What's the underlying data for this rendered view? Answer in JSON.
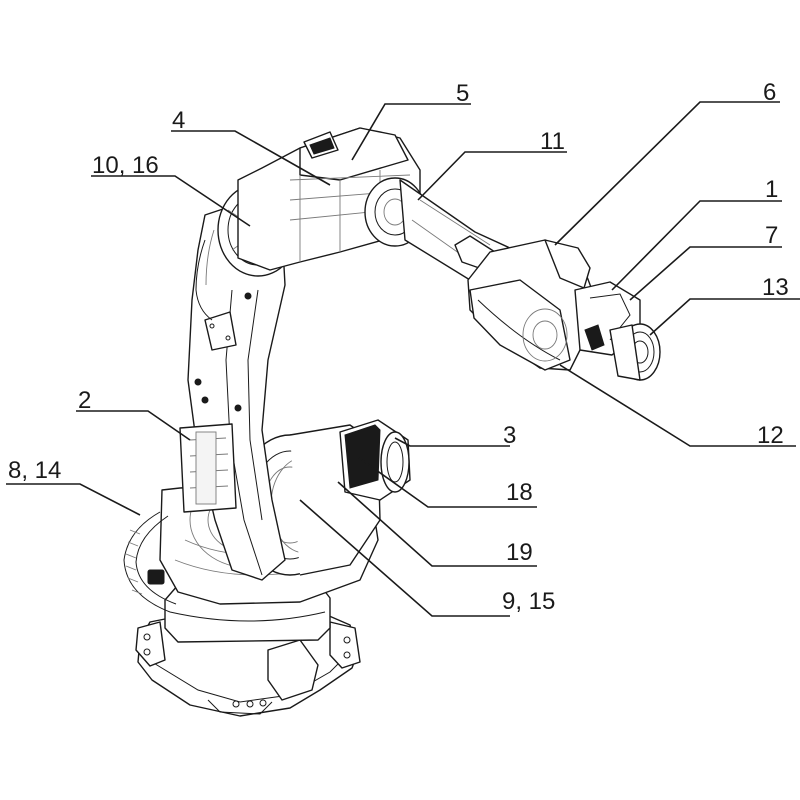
{
  "callouts": [
    {
      "id": "1",
      "label": "1"
    },
    {
      "id": "2",
      "label": "2"
    },
    {
      "id": "3",
      "label": "3"
    },
    {
      "id": "4",
      "label": "4"
    },
    {
      "id": "5",
      "label": "5"
    },
    {
      "id": "6",
      "label": "6"
    },
    {
      "id": "7",
      "label": "7"
    },
    {
      "id": "8-14",
      "label": "8, 14"
    },
    {
      "id": "9-15",
      "label": "9, 15"
    },
    {
      "id": "10-16",
      "label": "10, 16"
    },
    {
      "id": "11",
      "label": "11"
    },
    {
      "id": "12",
      "label": "12"
    },
    {
      "id": "13",
      "label": "13"
    },
    {
      "id": "18",
      "label": "18"
    },
    {
      "id": "19",
      "label": "19"
    }
  ],
  "colors": {
    "ink": "#1a1a1a",
    "ghost": "#7a7a7a",
    "background": "#ffffff"
  }
}
